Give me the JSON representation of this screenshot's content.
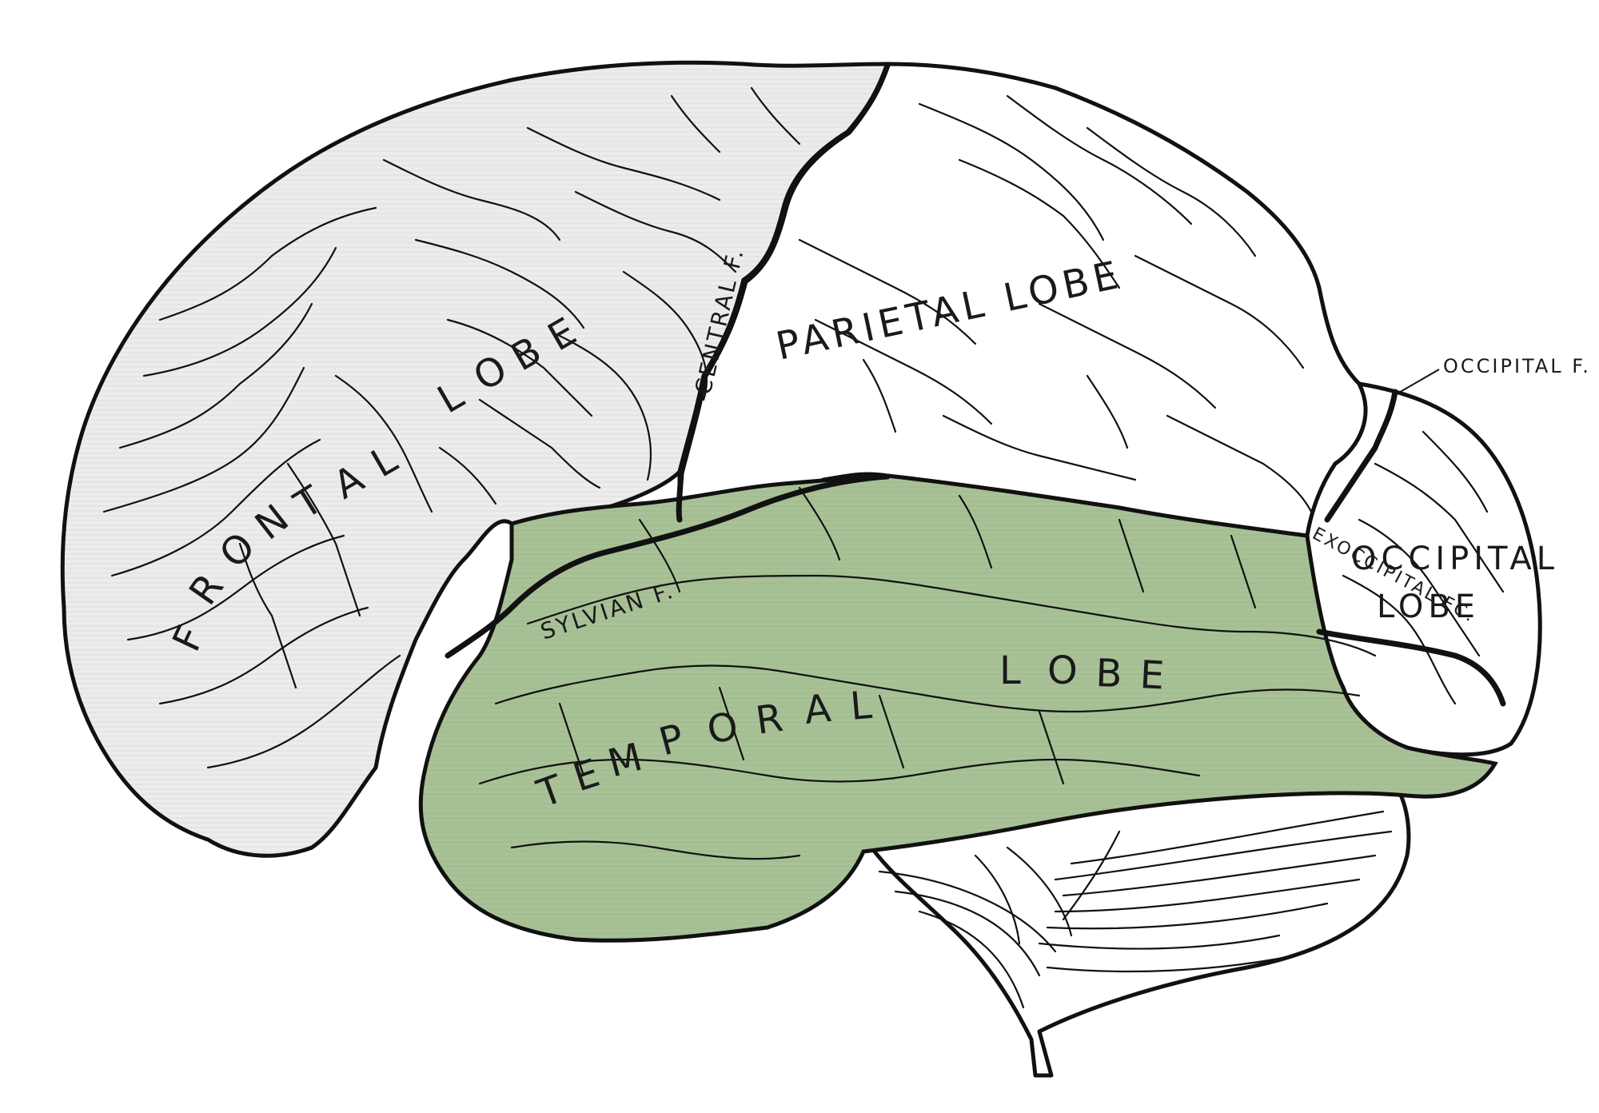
{
  "colors": {
    "frontal": "#ececec",
    "parietal": "#ffffff",
    "occipital": "#ffffff",
    "temporal": "#a9c197",
    "cerebellum": "#ffffff",
    "outline": "#111111"
  },
  "labels": {
    "frontal": [
      "F",
      "R",
      "O",
      "N",
      "T",
      "A",
      "L",
      "L",
      "O",
      "B",
      "E"
    ],
    "parietal": "PARIETAL LOBE",
    "temporal": [
      "T",
      "E",
      "M",
      "P",
      "O",
      "R",
      "A",
      "L",
      "L",
      "O",
      "B",
      "E"
    ],
    "occipital_1": "OCCIPITAL",
    "occipital_2": "LOBE",
    "central_f": "CENTRAL F.",
    "sylvian_f": "SYLVIAN F.",
    "occipital_f": "OCCIPITAL F.",
    "exoccipital_f": "EXOCCIPITAL FC."
  }
}
